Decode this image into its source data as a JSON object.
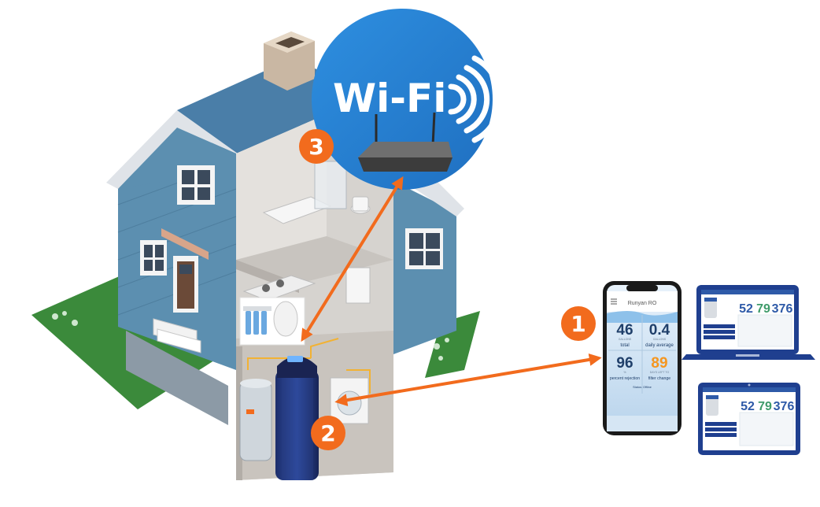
{
  "wifi": {
    "label": "Wi-Fi"
  },
  "badges": [
    {
      "number": "1"
    },
    {
      "number": "2"
    },
    {
      "number": "3"
    }
  ],
  "phone": {
    "title": "Runyan RO",
    "tiles": [
      {
        "value": "46",
        "unit": "GALLONS",
        "label": "total"
      },
      {
        "value": "0.4",
        "unit": "GALLONS",
        "label": "daily average"
      },
      {
        "value": "96",
        "unit": "%",
        "label": "percent rejection"
      },
      {
        "value": "89",
        "unit": "DAYS LEFT TO",
        "label": "filter change"
      }
    ],
    "status": "Status: Offline"
  },
  "dashboards": [
    {
      "values": [
        "52",
        "79",
        "376"
      ]
    },
    {
      "values": [
        "52",
        "79",
        "376"
      ]
    }
  ],
  "colors": {
    "accent": "#f26b1d",
    "wifi_circle": "#2a86d6",
    "house_siding": "#5c8fb0",
    "roof": "#4a7ea8",
    "lawn": "#3b8a3b",
    "device_blue": "#1f3f8f",
    "orange_value": "#f5961f"
  }
}
